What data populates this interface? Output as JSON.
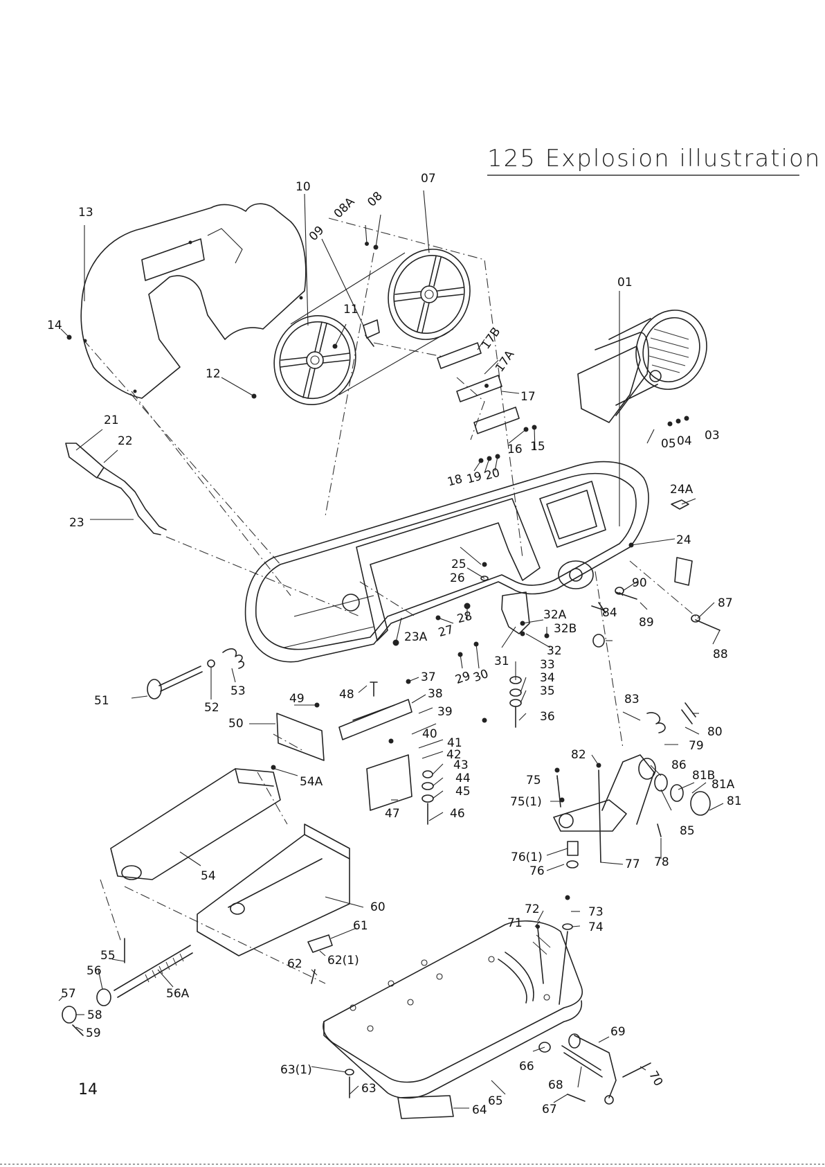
{
  "title": "125 Explosion illustration",
  "page_number": "14",
  "part_labels": [
    "01",
    "03",
    "04",
    "05",
    "07",
    "08",
    "08A",
    "09",
    "10",
    "11",
    "12",
    "13",
    "14",
    "15",
    "16",
    "17",
    "17A",
    "17B",
    "18",
    "19",
    "20",
    "21",
    "22",
    "23",
    "23A",
    "24",
    "24A",
    "25",
    "26",
    "27",
    "28",
    "29",
    "30",
    "31",
    "32",
    "32A",
    "32B",
    "33",
    "34",
    "35",
    "36",
    "37",
    "38",
    "39",
    "40",
    "41",
    "42",
    "43",
    "44",
    "45",
    "46",
    "47",
    "48",
    "49",
    "50",
    "51",
    "52",
    "53",
    "54",
    "54A",
    "55",
    "56",
    "56A",
    "57",
    "58",
    "59",
    "60",
    "61",
    "62",
    "62(1)",
    "63",
    "63(1)",
    "64",
    "65",
    "66",
    "67",
    "68",
    "69",
    "70",
    "71",
    "72",
    "73",
    "74",
    "75",
    "75(1)",
    "76",
    "76(1)",
    "77",
    "78",
    "79",
    "80",
    "81",
    "81A",
    "81B",
    "82",
    "83",
    "84",
    "85",
    "86",
    "87",
    "88",
    "89",
    "90"
  ]
}
